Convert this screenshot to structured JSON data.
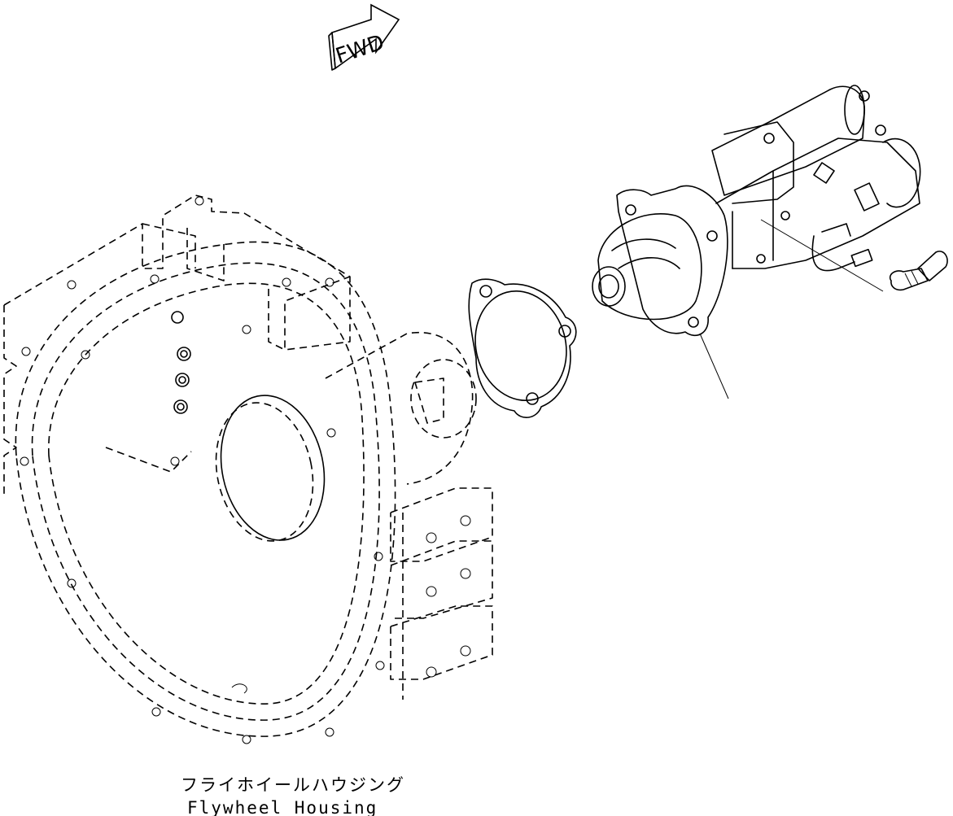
{
  "direction_marker": {
    "label": "FWD"
  },
  "housing_label": {
    "japanese": "フライホイールハウジング",
    "english": "Flywheel Housing"
  },
  "icons": [
    "fwd-arrow-icon"
  ]
}
